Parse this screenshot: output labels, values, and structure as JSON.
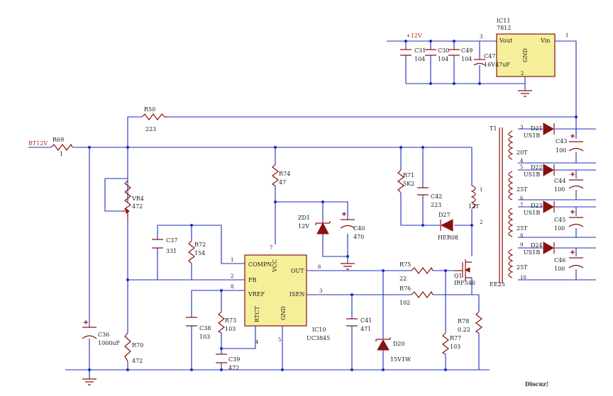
{
  "ic11": {
    "ref": "IC11",
    "part": "7812",
    "vout": "Vout",
    "vin": "Vin",
    "gnd": "GND",
    "pin1": "1",
    "pin2": "2",
    "pin3": "3"
  },
  "rail12": "+12V",
  "c31": {
    "ref": "C31",
    "val": "104"
  },
  "c30": {
    "ref": "C30",
    "val": "104"
  },
  "c49": {
    "ref": "C49",
    "val": "104"
  },
  "c47": {
    "ref": "C47",
    "val": "16V47uF"
  },
  "r50": {
    "ref": "R50",
    "val": "223"
  },
  "bt12": "BT12V",
  "r69": {
    "ref": "R69",
    "val": "1"
  },
  "vr4": {
    "ref": "VR4",
    "val": "472"
  },
  "r74": {
    "ref": "R74",
    "val": "47"
  },
  "r71": {
    "ref": "R71",
    "val": "5K2"
  },
  "c42": {
    "ref": "C42",
    "val": "223"
  },
  "d27": {
    "ref": "D27",
    "val": "HER08"
  },
  "zd1": {
    "ref": "ZD1",
    "val": "12V"
  },
  "c40": {
    "ref": "C40",
    "val": "470"
  },
  "c37": {
    "ref": "C37",
    "val": "331"
  },
  "r72": {
    "ref": "R72",
    "val": "154"
  },
  "ic10": {
    "ref": "IC10",
    "part": "UC3845",
    "compn": "COMPN",
    "vcc": "VCC",
    "fb": "FB",
    "out": "OUT",
    "vref": "VREF",
    "isen": "ISEN",
    "rtct": "RTCT",
    "gnd": "GND",
    "p1": "1",
    "p2": "2",
    "p3": "3",
    "p4": "4",
    "p5": "5",
    "p6": "6",
    "p7": "7",
    "p8": "8"
  },
  "r75": {
    "ref": "R75",
    "val": "22"
  },
  "r76": {
    "ref": "R76",
    "val": "102"
  },
  "q1": {
    "ref": "Q1",
    "val": "IRF540"
  },
  "r78": {
    "ref": "R78",
    "val": "0.22"
  },
  "r77": {
    "ref": "R77",
    "val": "103"
  },
  "d20": {
    "ref": "D20",
    "val": "15V1W"
  },
  "c41": {
    "ref": "C41",
    "val": "471"
  },
  "c38": {
    "ref": "C38",
    "val": "103"
  },
  "r73": {
    "ref": "R73",
    "val": "103"
  },
  "c39": {
    "ref": "C39",
    "val": "472"
  },
  "c36": {
    "ref": "C36",
    "val": "1000uF"
  },
  "r70": {
    "ref": "R70",
    "val": "472"
  },
  "t1": {
    "ref": "T1",
    "core": "EE25",
    "primary_turns": "12T",
    "p1": "1",
    "p2": "2",
    "w1_pins": [
      "3",
      "4"
    ],
    "w1_turns": "20T",
    "w2_pins": [
      "5",
      "6"
    ],
    "w2_turns": "25T",
    "w3_pins": [
      "7",
      "8"
    ],
    "w3_turns": "25T",
    "w4_pins": [
      "9",
      "10"
    ],
    "w4_turns": "25T"
  },
  "d21": {
    "ref": "D21",
    "val": "US1B"
  },
  "d22": {
    "ref": "D22",
    "val": "US1B"
  },
  "d23": {
    "ref": "D23",
    "val": "US1B"
  },
  "d24": {
    "ref": "D24",
    "val": "US1B"
  },
  "c43": {
    "ref": "C43",
    "val": "100"
  },
  "c44": {
    "ref": "C44",
    "val": "100"
  },
  "c45": {
    "ref": "C45",
    "val": "100"
  },
  "c46": {
    "ref": "C46",
    "val": "100"
  },
  "watermark": "Discuz!"
}
